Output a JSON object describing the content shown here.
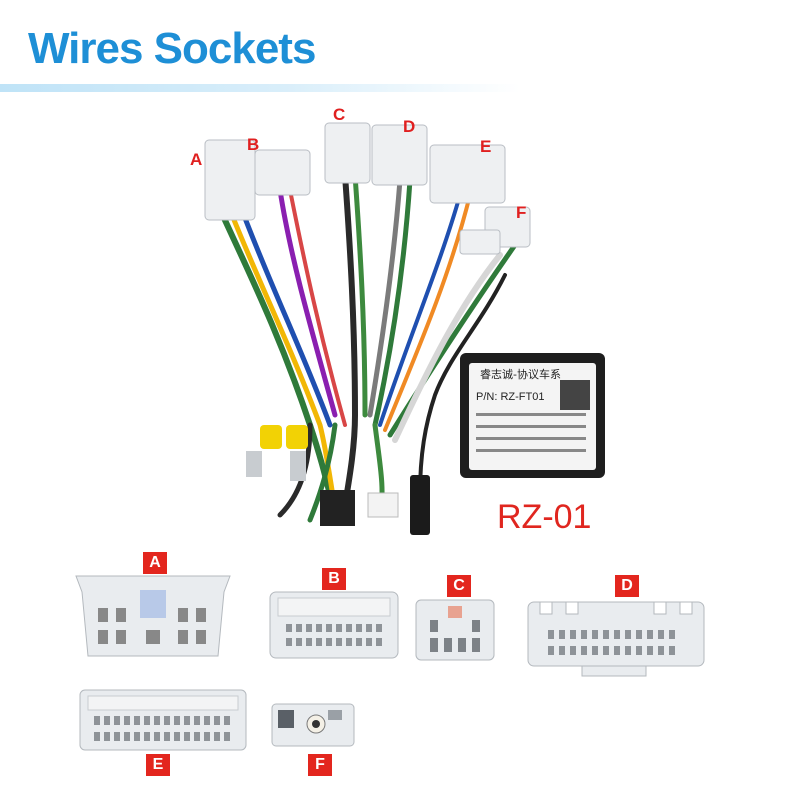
{
  "header": {
    "title": "Wires Sockets"
  },
  "harness_labels": [
    "A",
    "B",
    "C",
    "D",
    "E",
    "F"
  ],
  "module": {
    "model": "RZ-01",
    "brand_text": "睿志诚-协议车系",
    "part_number": "P/N: RZ-FT01"
  },
  "sockets": [
    {
      "label": "A"
    },
    {
      "label": "B"
    },
    {
      "label": "C"
    },
    {
      "label": "D"
    },
    {
      "label": "E"
    },
    {
      "label": "F"
    }
  ],
  "colors": {
    "title": "#1e8fd6",
    "label_red": "#e02020",
    "badge_red": "#e3261e",
    "connector": "#e9ecef"
  }
}
